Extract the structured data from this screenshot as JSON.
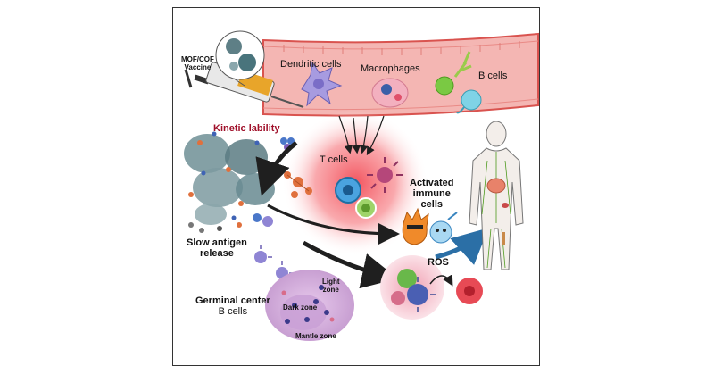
{
  "labels": {
    "vaccine_l1": "MOF/COF",
    "vaccine_l2": "Vaccine",
    "dendritic": "Dendritic cells",
    "macrophages": "Macrophages",
    "bcells": "B cells",
    "kinetic": "Kinetic lability",
    "tcells": "T cells",
    "activated_l1": "Activated",
    "activated_l2": "immune",
    "activated_l3": "cells",
    "slow_l1": "Slow antigen",
    "slow_l2": "release",
    "ros": "ROS",
    "gc_l1": "Germinal center",
    "gc_l2": "B cells",
    "light_l1": "Light",
    "light_l2": "zone",
    "dark": "Dark zone",
    "mantle": "Mantle zone"
  },
  "colors": {
    "vessel": "#f4b6b3",
    "vessel_edge": "#d9534f",
    "kinetic_text": "#a0102a",
    "glow": "#f7666a",
    "germinal": "#d9b8df",
    "dendritic_cell": "#9b8fd6",
    "tcell": "#4aa3df",
    "arrow_dark": "#1f1f1f",
    "arrow_blue": "#2b6fa6"
  }
}
